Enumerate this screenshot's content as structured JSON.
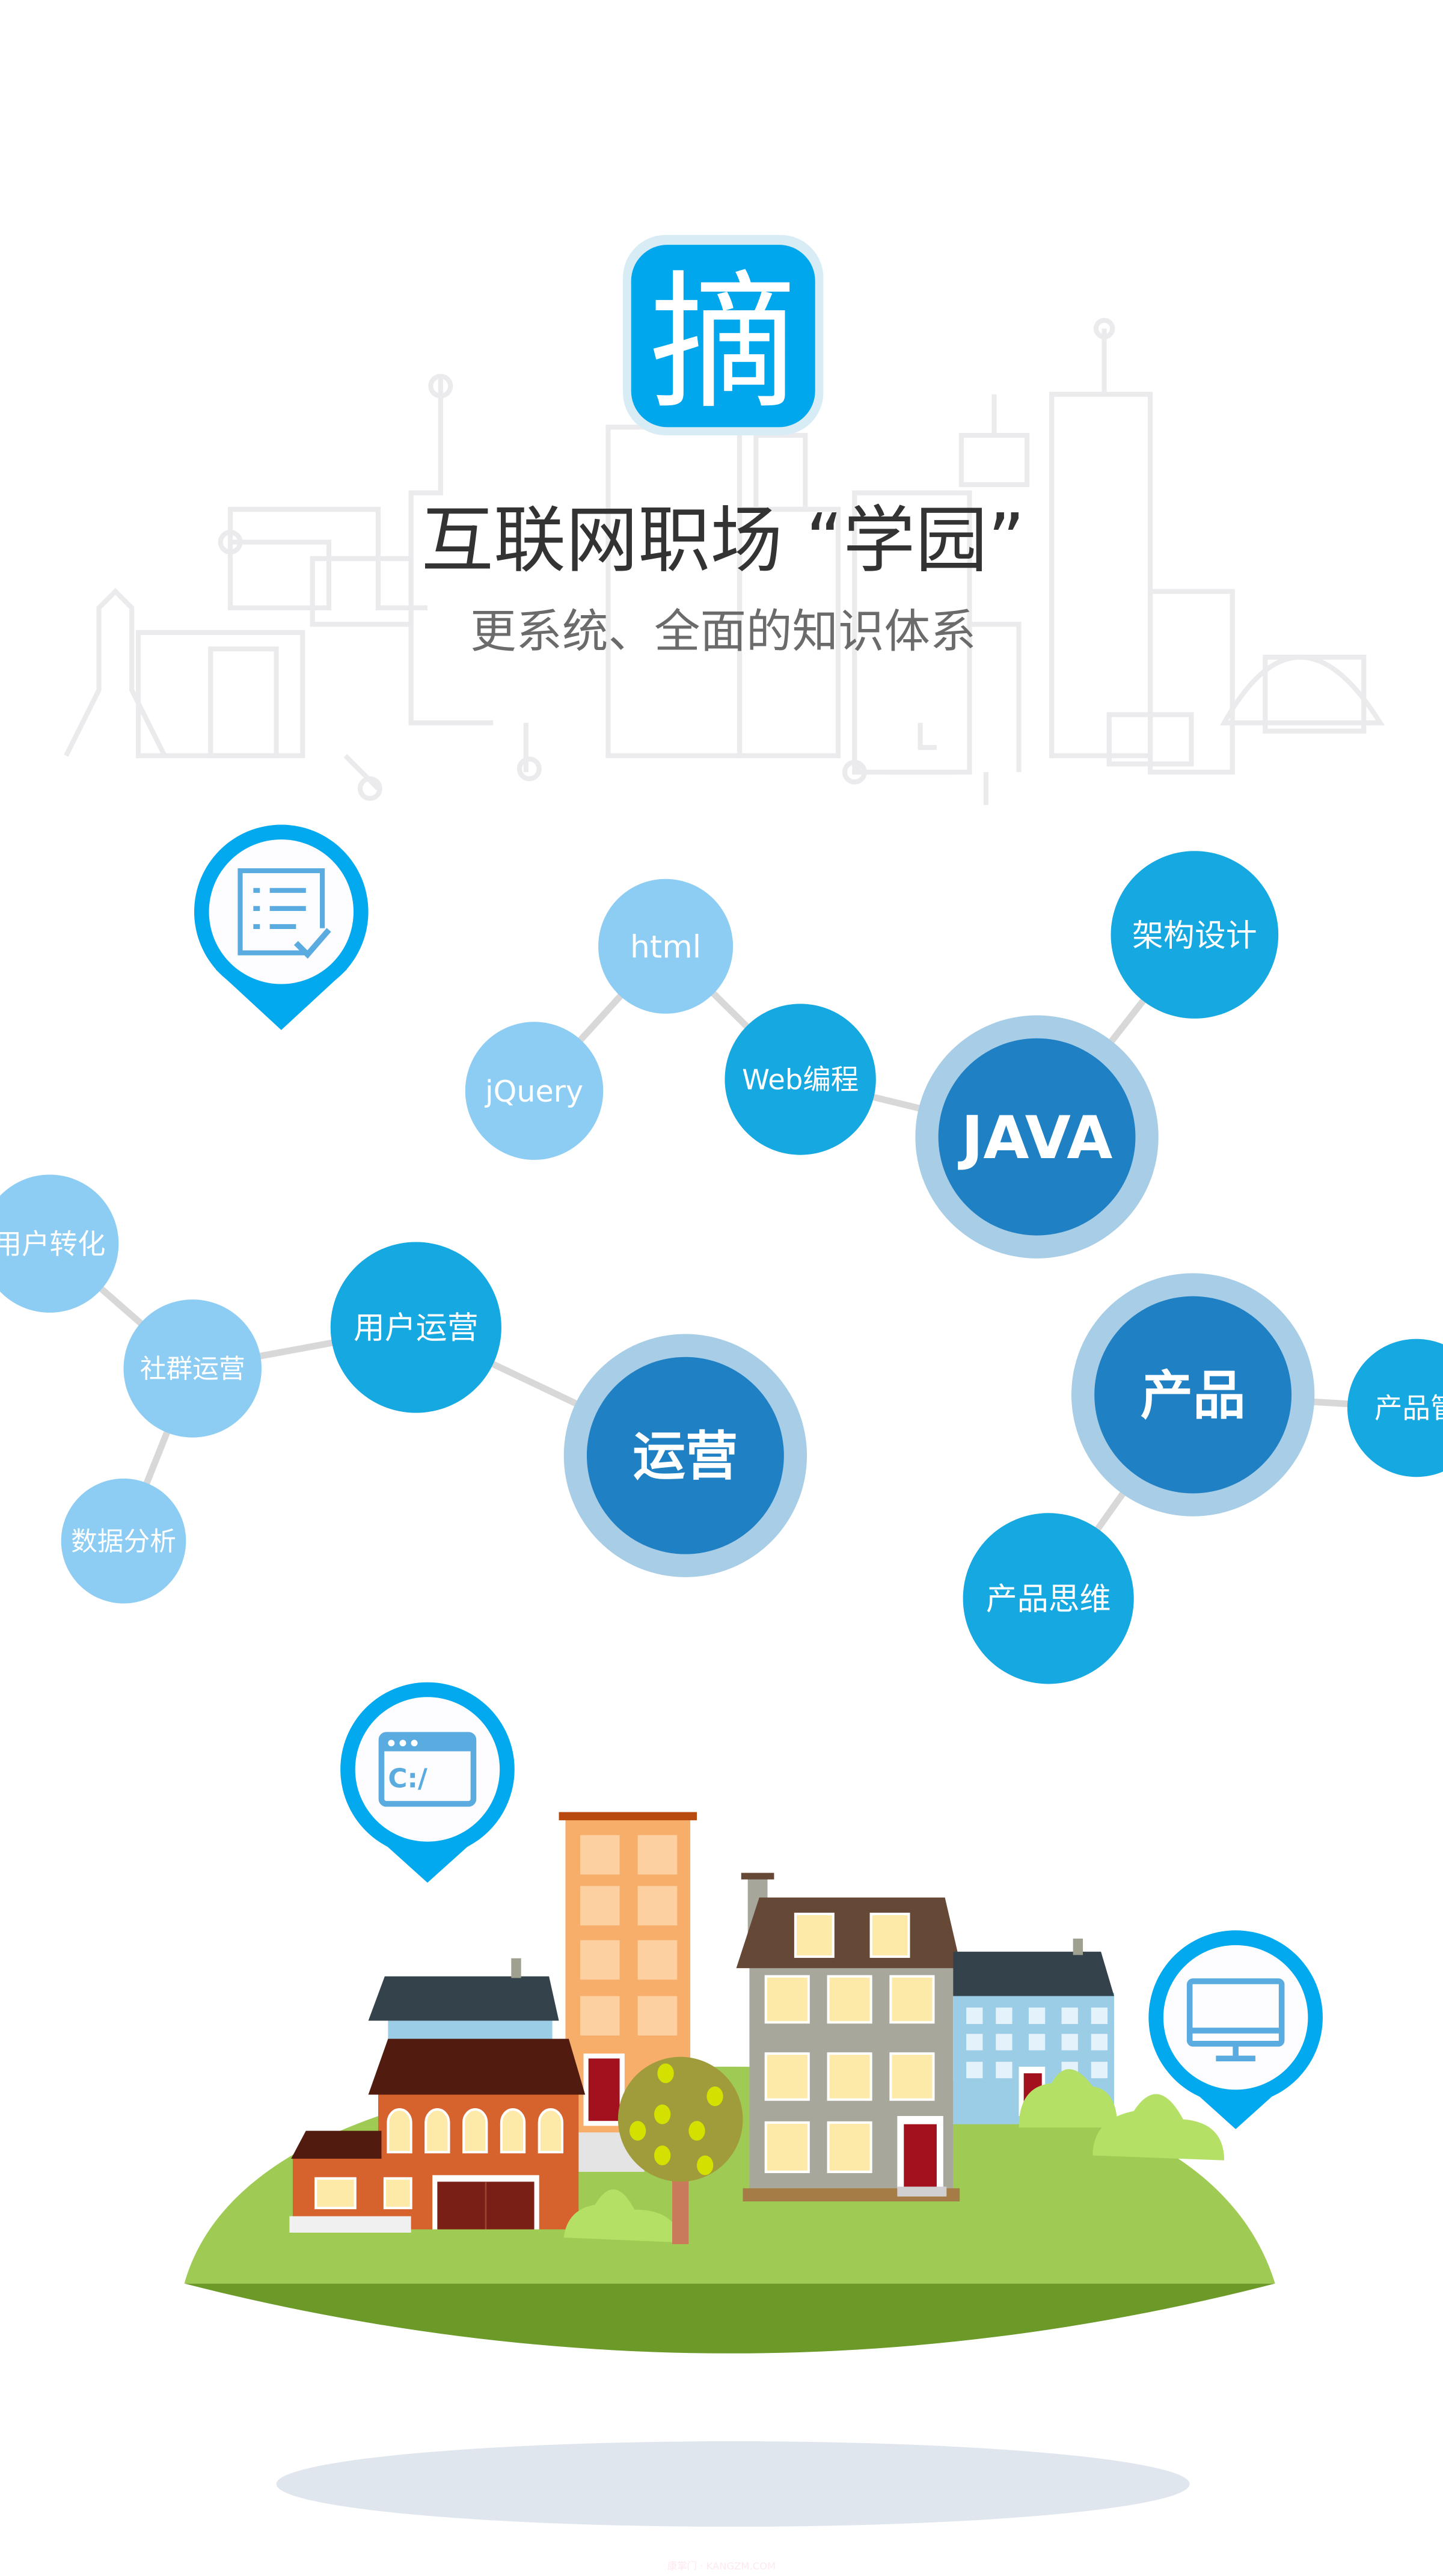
{
  "logo": {
    "char": "摘",
    "color": "#00a7ed"
  },
  "header": {
    "title": "互联网职场 “学园”",
    "subtitle": "更系统、全面的知识体系"
  },
  "nodes": {
    "html": "html",
    "jquery": "jQuery",
    "web": "Web编程",
    "java": "JAVA",
    "arch": "架构设计",
    "conv": "用户转化",
    "community": "社群运营",
    "data": "数据分析",
    "userops": "用户运营",
    "ops": "运营",
    "product": "产品",
    "pm": "产品管",
    "pthink": "产品思维"
  },
  "pins": {
    "terminal_text": "C:/",
    "icons": [
      "checklist-document-icon",
      "terminal-window-icon",
      "monitor-icon"
    ]
  },
  "colors": {
    "light_node": "#8ecdf3",
    "medium_node": "#16a8e0",
    "dark_node": "#1f80c3",
    "halo": "#a8cde6",
    "pin_blue": "#03a9ee",
    "grass": "#9fcb55",
    "grass_dark": "#6b9a28"
  },
  "watermark": "康掌门 · KANGZM.COM"
}
